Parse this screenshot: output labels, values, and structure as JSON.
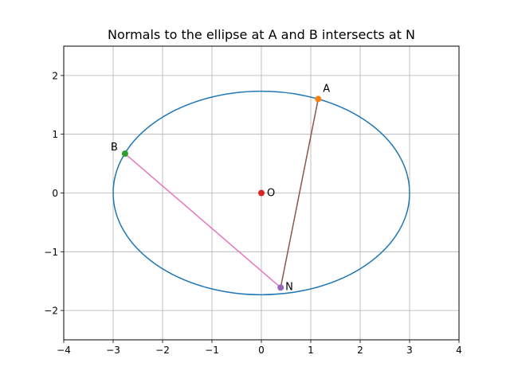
{
  "chart_data": {
    "type": "line",
    "title": "Normals to the ellipse at A and B intersects at N",
    "xlabel": "",
    "ylabel": "",
    "xlim": [
      -4,
      4
    ],
    "ylim": [
      -2.5,
      2.5
    ],
    "xticks": [
      -4,
      -3,
      -2,
      -1,
      0,
      1,
      2,
      3,
      4
    ],
    "yticks": [
      -2,
      -1,
      0,
      1,
      2
    ],
    "xtick_labels": [
      "−4",
      "−3",
      "−2",
      "−1",
      "0",
      "1",
      "2",
      "3",
      "4"
    ],
    "ytick_labels": [
      "−2",
      "−1",
      "0",
      "1",
      "2"
    ],
    "grid": true,
    "ellipse": {
      "a": 3,
      "b": 1.732,
      "color": "#1f77b4"
    },
    "points": [
      {
        "label": "O",
        "x": 0,
        "y": 0,
        "color": "#d62728"
      },
      {
        "label": "A",
        "x": 1.15,
        "y": 1.6,
        "color": "#ff7f0e"
      },
      {
        "label": "B",
        "x": -2.76,
        "y": 0.67,
        "color": "#2ca02c"
      },
      {
        "label": "N",
        "x": 0.39,
        "y": -1.61,
        "color": "#9467bd"
      }
    ],
    "segments": [
      {
        "from": "A",
        "to": "N",
        "color": "#8c564b"
      },
      {
        "from": "B",
        "to": "N",
        "color": "#e377c2"
      }
    ]
  }
}
